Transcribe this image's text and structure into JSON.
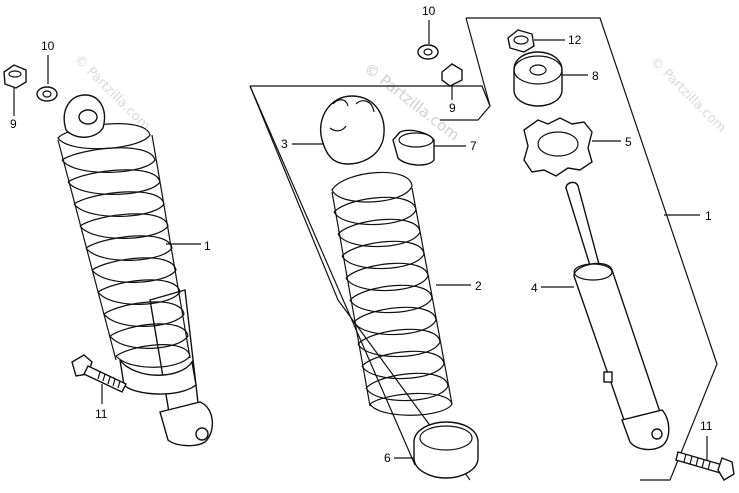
{
  "watermarks": {
    "center": "© Partzilla.com",
    "left": "© Partzilla.com",
    "right": "© Partzilla.com"
  },
  "callouts": {
    "c10_left": "10",
    "c9_left": "9",
    "c1_left": "1",
    "c11_left": "11",
    "c10_top": "10",
    "c9_top": "9",
    "c3": "3",
    "c7": "7",
    "c2": "2",
    "c6": "6",
    "c12": "12",
    "c8": "8",
    "c5": "5",
    "c1_right": "1",
    "c4": "4",
    "c11_right": "11"
  }
}
